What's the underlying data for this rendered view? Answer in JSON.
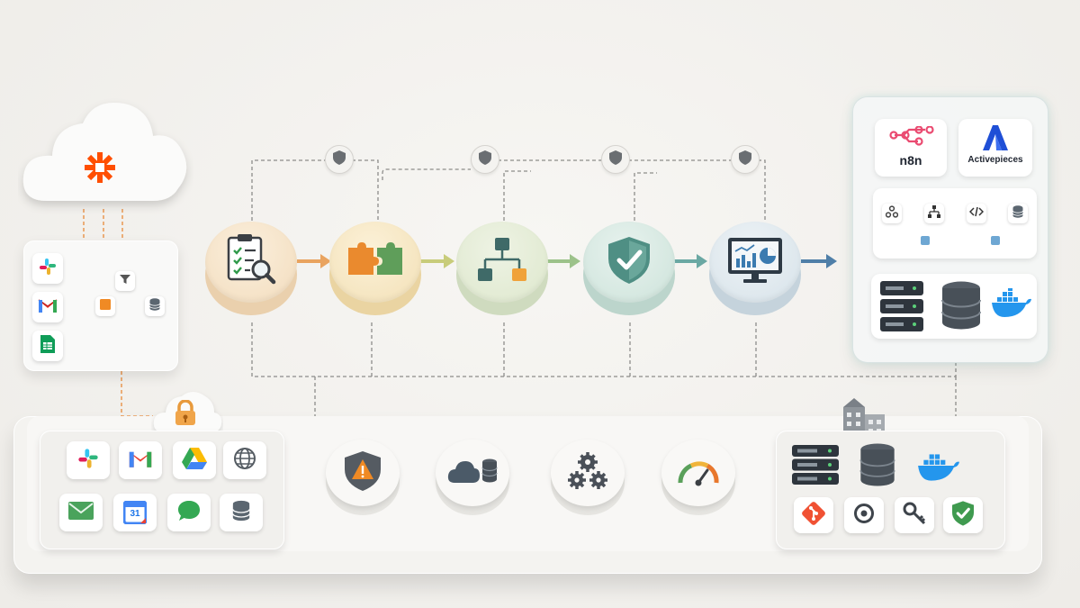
{
  "platforms": {
    "left_brand": "n8n",
    "right_brand": "Activepieces"
  },
  "icons": {
    "cloud": "zapier-asterisk-icon",
    "pipeline": [
      "clipboard-search-icon",
      "puzzle-icon",
      "flowchart-icon",
      "shield-check-icon",
      "dashboard-monitor-icon"
    ],
    "bottom_pipeline": [
      "shield-warning-icon",
      "cloud-database-icon",
      "gears-icon",
      "gauge-icon"
    ],
    "apps": [
      "slack-icon",
      "gmail-icon",
      "google-drive-icon",
      "globe-icon",
      "email-icon",
      "google-calendar-icon",
      "chat-bubble-icon",
      "database-icon"
    ],
    "tools": [
      "git-icon",
      "circle-target-icon",
      "key-icon",
      "shield-check-icon"
    ]
  },
  "calendar_day": "31",
  "colors": {
    "zapier_orange": "#ff4f00",
    "n8n_pink": "#ea4b71",
    "activepieces_blue": "#1f4fd6",
    "pipeline_stage_1": "#f5ddbe",
    "pipeline_stage_2": "#f5e2b8",
    "pipeline_stage_3": "#dfe8cf",
    "pipeline_stage_4": "#cfe4dc",
    "pipeline_stage_5": "#d8e4ea",
    "arrow_orange": "#e9a35f",
    "arrow_green": "#9cc28a",
    "arrow_teal": "#6aa8a3",
    "arrow_blue": "#4f7fa8",
    "wire_orange": "#e88a3a",
    "wire_green": "#5aa05a",
    "wire_blue": "#3f6f9f"
  }
}
